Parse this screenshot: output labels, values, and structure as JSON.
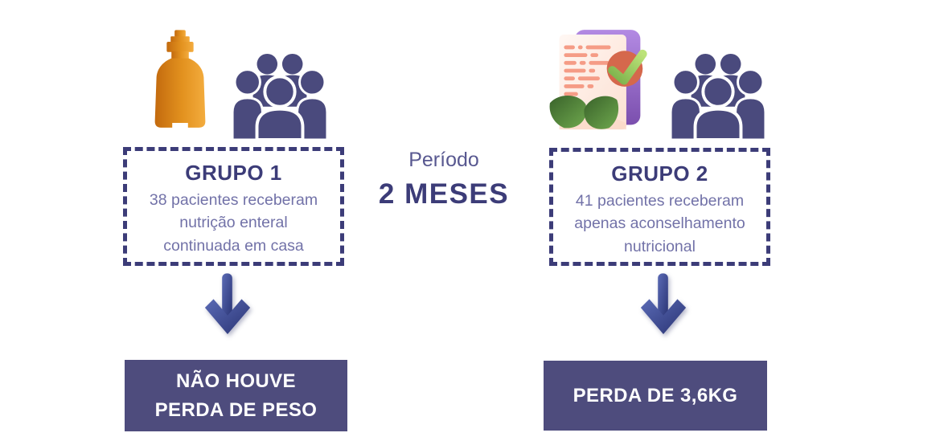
{
  "period": {
    "label": "Período",
    "value": "2 MESES"
  },
  "groups": [
    {
      "title": "GRUPO 1",
      "description": "38 pacientes receberam\nnutrição enteral\ncontinuada em casa",
      "result": "NÃO HOUVE\nPERDA DE PESO",
      "icons": [
        "enteral-nutrition-bottle-icon",
        "patients-group-icon"
      ]
    },
    {
      "title": "GRUPO 2",
      "description": "41 pacientes receberam\napenas aconselhamento\nnutricional",
      "result": "PERDA DE 3,6KG",
      "icons": [
        "nutrition-plan-check-icon",
        "patients-group-icon"
      ]
    }
  ],
  "colors": {
    "navy": "#3c3c78",
    "body_text": "#7272a8",
    "period_label_color": "#585890",
    "result_box_bg": "#4e4c7d",
    "result_text": "#ffffff",
    "people_icon": "#4a4a7d",
    "arrow_blue": "#35418f",
    "bottle_orange": "#e0891f"
  }
}
